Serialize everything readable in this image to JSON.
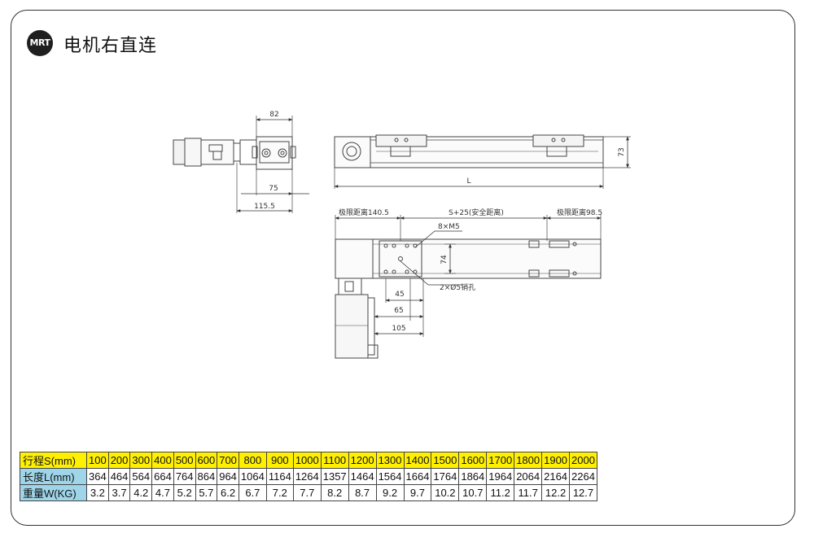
{
  "logo": {
    "text": "MRT"
  },
  "title": "电机右直连",
  "dimensions": {
    "d82": "82",
    "d73": "73",
    "d75": "75",
    "d115": "115.5",
    "L": "L",
    "left_limit": "极限距离140.5",
    "stroke_safe": "S+25(安全距离)",
    "right_limit": "极限距离98.5",
    "tapped": "8×M5",
    "d74": "74",
    "pin": "2×Ø5销孔",
    "d45": "45",
    "d65": "65",
    "d105": "105"
  },
  "table": {
    "rows": [
      {
        "header": "行程S(mm)",
        "values": [
          "100",
          "200",
          "300",
          "400",
          "500",
          "600",
          "700",
          "800",
          "900",
          "1000",
          "1100",
          "1200",
          "1300",
          "1400",
          "1500",
          "1600",
          "1700",
          "1800",
          "1900",
          "2000"
        ]
      },
      {
        "header": "长度L(mm)",
        "values": [
          "364",
          "464",
          "564",
          "664",
          "764",
          "864",
          "964",
          "1064",
          "1164",
          "1264",
          "1357",
          "1464",
          "1564",
          "1664",
          "1764",
          "1864",
          "1964",
          "2064",
          "2164",
          "2264"
        ]
      },
      {
        "header": "重量W(KG)",
        "values": [
          "3.2",
          "3.7",
          "4.2",
          "4.7",
          "5.2",
          "5.7",
          "6.2",
          "6.7",
          "7.2",
          "7.7",
          "8.2",
          "8.7",
          "9.2",
          "9.7",
          "10.2",
          "10.7",
          "11.2",
          "11.7",
          "12.2",
          "12.7"
        ]
      }
    ]
  }
}
